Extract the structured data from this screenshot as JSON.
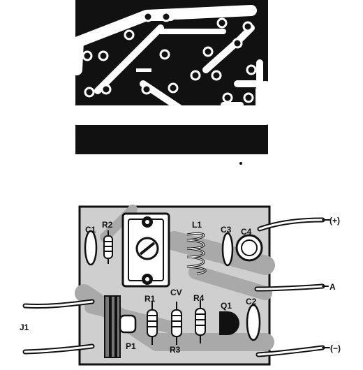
{
  "colors": {
    "ink": "#111111",
    "paper": "#ffffff",
    "board": "#cfcfcf",
    "trace_shade": "#a9a9a9"
  },
  "labels": {
    "c1": "C1",
    "r2": "R2",
    "l1": "L1",
    "c3": "C3",
    "c4": "C4",
    "r1": "R1",
    "cv": "CV",
    "r4": "R4",
    "q1": "Q1",
    "c2": "C2",
    "p1": "P1",
    "r3": "R3",
    "j1": "J1",
    "plus": "(+)",
    "a": "A",
    "minus": "(−)"
  }
}
